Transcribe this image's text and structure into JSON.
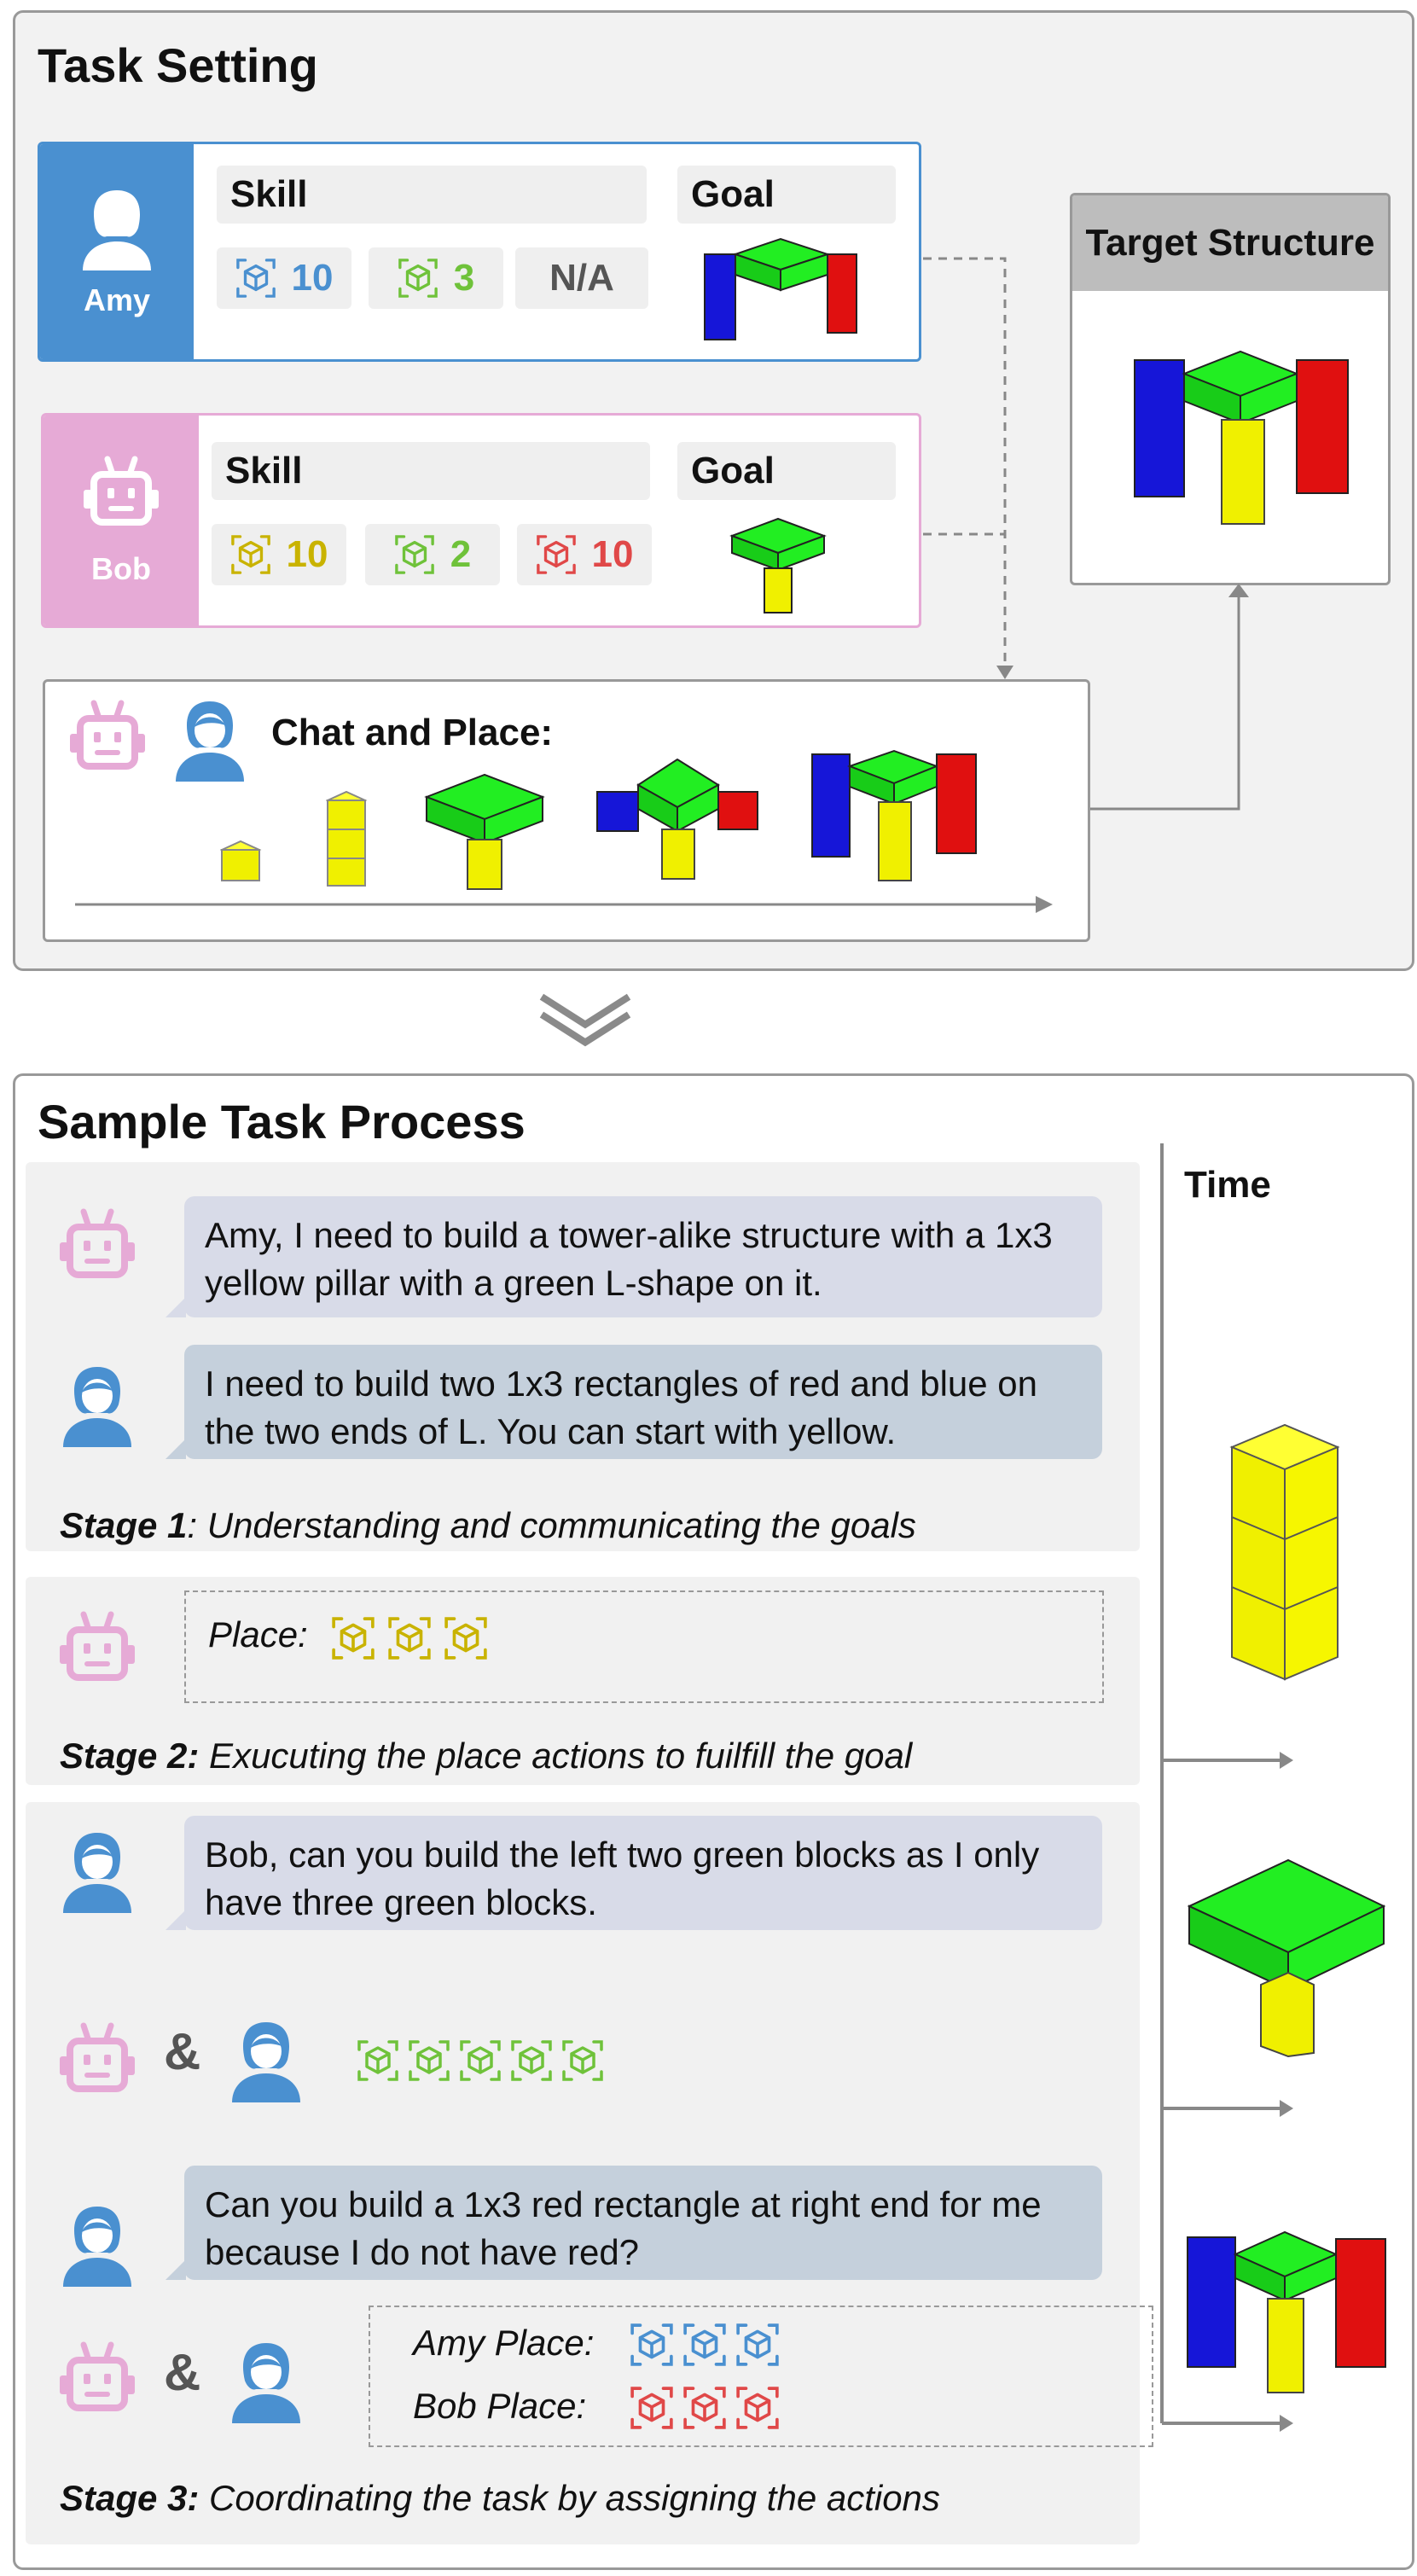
{
  "colors": {
    "amy": "#4a90d0",
    "bob": "#e6aad6",
    "yellow": "#c9b300",
    "green": "#6fc23a",
    "red": "#e04848",
    "bubble_bob": "#d8dbe8",
    "bubble_amy": "#c5d0dc"
  },
  "task_setting": {
    "title": "Task Setting",
    "amy": {
      "name": "Amy",
      "skill_label": "Skill",
      "goal_label": "Goal",
      "skill_blue": "10",
      "skill_green": "3",
      "skill_na": "N/A"
    },
    "bob": {
      "name": "Bob",
      "skill_label": "Skill",
      "goal_label": "Goal",
      "skill_yellow": "10",
      "skill_green": "2",
      "skill_red": "10"
    },
    "target_label": "Target Structure",
    "chat_label": "Chat and Place:"
  },
  "icons": {
    "down_arrow": "double-chevron-down-icon",
    "robot": "robot-icon",
    "woman": "woman-icon",
    "block": "block-icon"
  },
  "process": {
    "title": "Sample Task Process",
    "time_label": "Time",
    "msg1": "Amy, I need to build a tower-alike structure with a 1x3 yellow pillar with a green L-shape on it.",
    "msg2": "I need to build two 1x3 rectangles of red and blue on the two ends of L. You can start with yellow.",
    "stage1_bold": "Stage 1",
    "stage1_text": ": Understanding and communicating the goals",
    "place_label": "Place:",
    "stage2_bold": "Stage 2:",
    "stage2_text": " Exucuting the place actions to fuilfill the goal",
    "msg3": "Bob, can you build the left two green blocks as I only have three green blocks.",
    "amp1": "&",
    "msg4": "Can you build a 1x3 red rectangle at right end for me because I do not have red?",
    "amp2": "&",
    "amy_place": "Amy Place:",
    "bob_place": "Bob Place:",
    "stage3_bold": "Stage 3:",
    "stage3_text": " Coordinating the task by assigning the actions"
  }
}
